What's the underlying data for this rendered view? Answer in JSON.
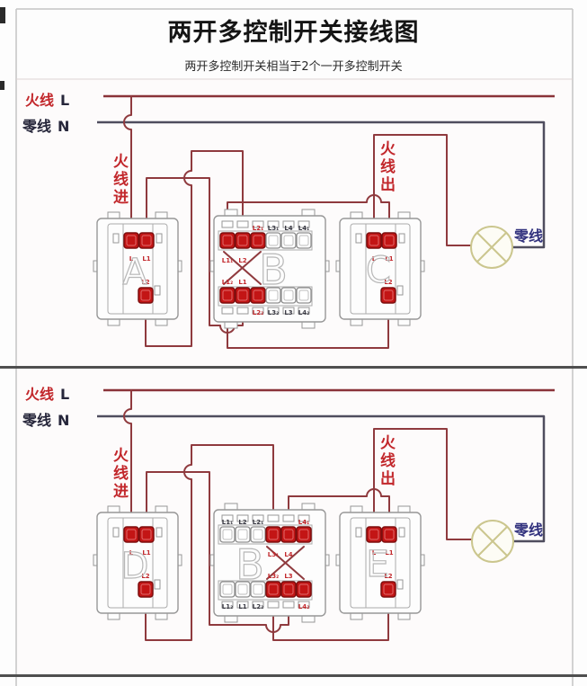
{
  "title": "两开多控制开关接线图",
  "subtitle": "两开多控制开关相当于2个一开多控制开关",
  "colors": {
    "wire_live": "#8f3a3e",
    "wire_neutral": "#4f4d5e",
    "terminal_red": "#c31515",
    "label_red": "#c2272b",
    "label_dark": "#3a3a44",
    "neutral_blue": "#32327e",
    "lamp_outline": "#cbc68e",
    "letter_gray": "#b8b8b8"
  },
  "panels": [
    {
      "live_label": "火线",
      "live_letter": "L",
      "neutral_label": "零线",
      "neutral_letter": "N",
      "live_in": "火线进",
      "live_out": "火线出",
      "lamp_neutral": "零线",
      "switch_left": {
        "letter": "A",
        "labels": {
          "l": "L",
          "l1": "L1",
          "l2": "L2"
        }
      },
      "switch_mid": {
        "letter": "B",
        "top_row_above": [
          "L2₁",
          "L3₁",
          "L4",
          "L4₁"
        ],
        "top_row_below": [
          "L1₁",
          "L2"
        ],
        "bottom_row_above": [
          "L1₂",
          "L1"
        ],
        "bottom_row_below": [
          "L2₂",
          "L3₂",
          "L3",
          "L4₂"
        ]
      },
      "switch_right": {
        "letter": "C",
        "labels": {
          "l": "L",
          "l1": "L1",
          "l2": "L2"
        }
      }
    },
    {
      "live_label": "火线",
      "live_letter": "L",
      "neutral_label": "零线",
      "neutral_letter": "N",
      "live_in": "火线进",
      "live_out": "火线出",
      "lamp_neutral": "零线",
      "switch_left": {
        "letter": "D",
        "labels": {
          "l": "L",
          "l1": "L1",
          "l2": "L2"
        }
      },
      "switch_mid": {
        "letter": "B",
        "top_row_above": [
          "L1₁",
          "L2",
          "L2₁",
          "L4₁"
        ],
        "top_row_below": [
          "L3₁",
          "L4"
        ],
        "bottom_row_above": [
          "L3₂",
          "L3"
        ],
        "bottom_row_below": [
          "L1₂",
          "L1",
          "L2₂",
          "L4₂"
        ]
      },
      "switch_right": {
        "letter": "E",
        "labels": {
          "l": "L",
          "l1": "L1",
          "l2": "L2"
        }
      }
    }
  ]
}
